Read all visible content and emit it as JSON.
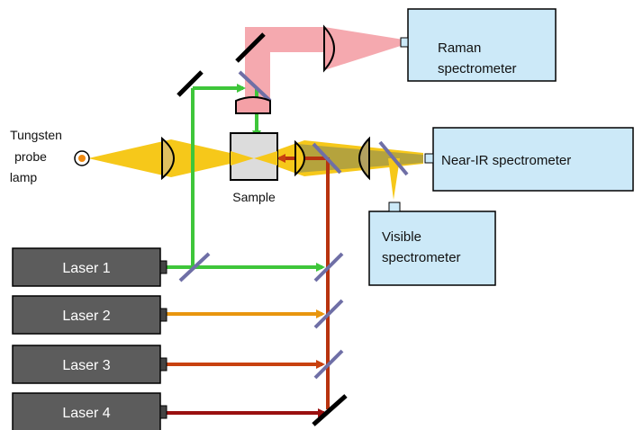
{
  "colors": {
    "green": "#3ec63a",
    "laser2": "#e8960f",
    "laser3": "#c8410f",
    "laser4": "#9a0f0f",
    "raman_beam": "#f4a0a6",
    "lamp_beam": "#f6c81a",
    "spectrometer_box": "#cce9f8",
    "laser_box": "#5c5c5c",
    "beamsplitter": "#6f6fa6"
  },
  "lamp": {
    "label_lines": [
      "Tungsten",
      "probe",
      "lamp"
    ]
  },
  "sample": {
    "label": "Sample"
  },
  "spectrometers": {
    "raman": {
      "label_lines": [
        "Raman",
        "spectrometer"
      ]
    },
    "near_ir": {
      "label_lines": [
        "Near-IR spectrometer"
      ]
    },
    "visible": {
      "label_lines": [
        "Visible",
        "spectrometer"
      ]
    }
  },
  "lasers": [
    {
      "label": "Laser 1"
    },
    {
      "label": "Laser 2"
    },
    {
      "label": "Laser 3"
    },
    {
      "label": "Laser 4"
    }
  ]
}
